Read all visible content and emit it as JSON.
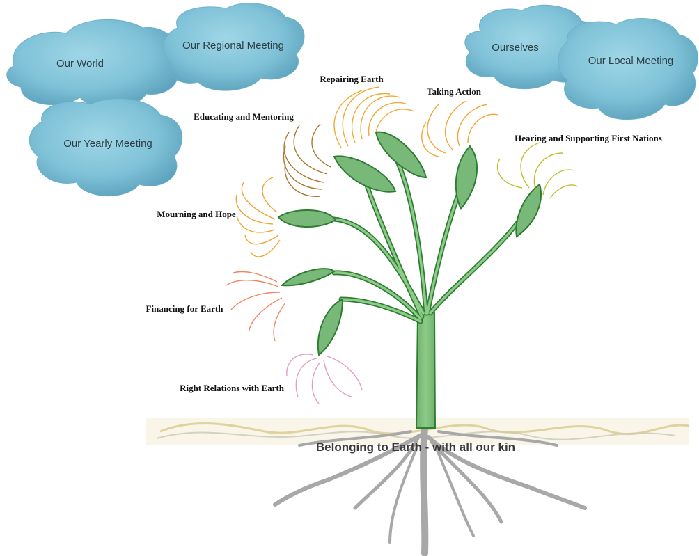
{
  "title": "Belonging to Earth - with all our kin",
  "colors": {
    "cloud": "#7fc2d8",
    "cloud_dark": "#5a9fba",
    "leaf_fill": "#78b878",
    "leaf_stroke": "#2e7d32",
    "trunk_fill": "#7cbf7a",
    "roots": "#a8a8a8",
    "ground": "#d8c98a"
  },
  "clouds": [
    {
      "id": "world",
      "label": "Our World"
    },
    {
      "id": "regional",
      "label": "Our Regional Meeting"
    },
    {
      "id": "yearly",
      "label": "Our Yearly Meeting"
    },
    {
      "id": "ourselves",
      "label": "Ourselves"
    },
    {
      "id": "local",
      "label": "Our Local Meeting"
    }
  ],
  "branches": [
    {
      "id": "repairing",
      "label": "Repairing Earth",
      "color": "#f0a020"
    },
    {
      "id": "educating",
      "label": "Educating and Mentoring",
      "color": "#a06818"
    },
    {
      "id": "taking",
      "label": "Taking Action",
      "color": "#f39a1e"
    },
    {
      "id": "hearing",
      "label": "Hearing and Supporting First Nations",
      "color": "#b8b818"
    },
    {
      "id": "mourning",
      "label": "Mourning and Hope",
      "color": "#f09a18"
    },
    {
      "id": "financing",
      "label": "Financing for Earth",
      "color": "#f07850"
    },
    {
      "id": "relations",
      "label": "Right Relations with Earth",
      "color": "#e090c0"
    }
  ]
}
